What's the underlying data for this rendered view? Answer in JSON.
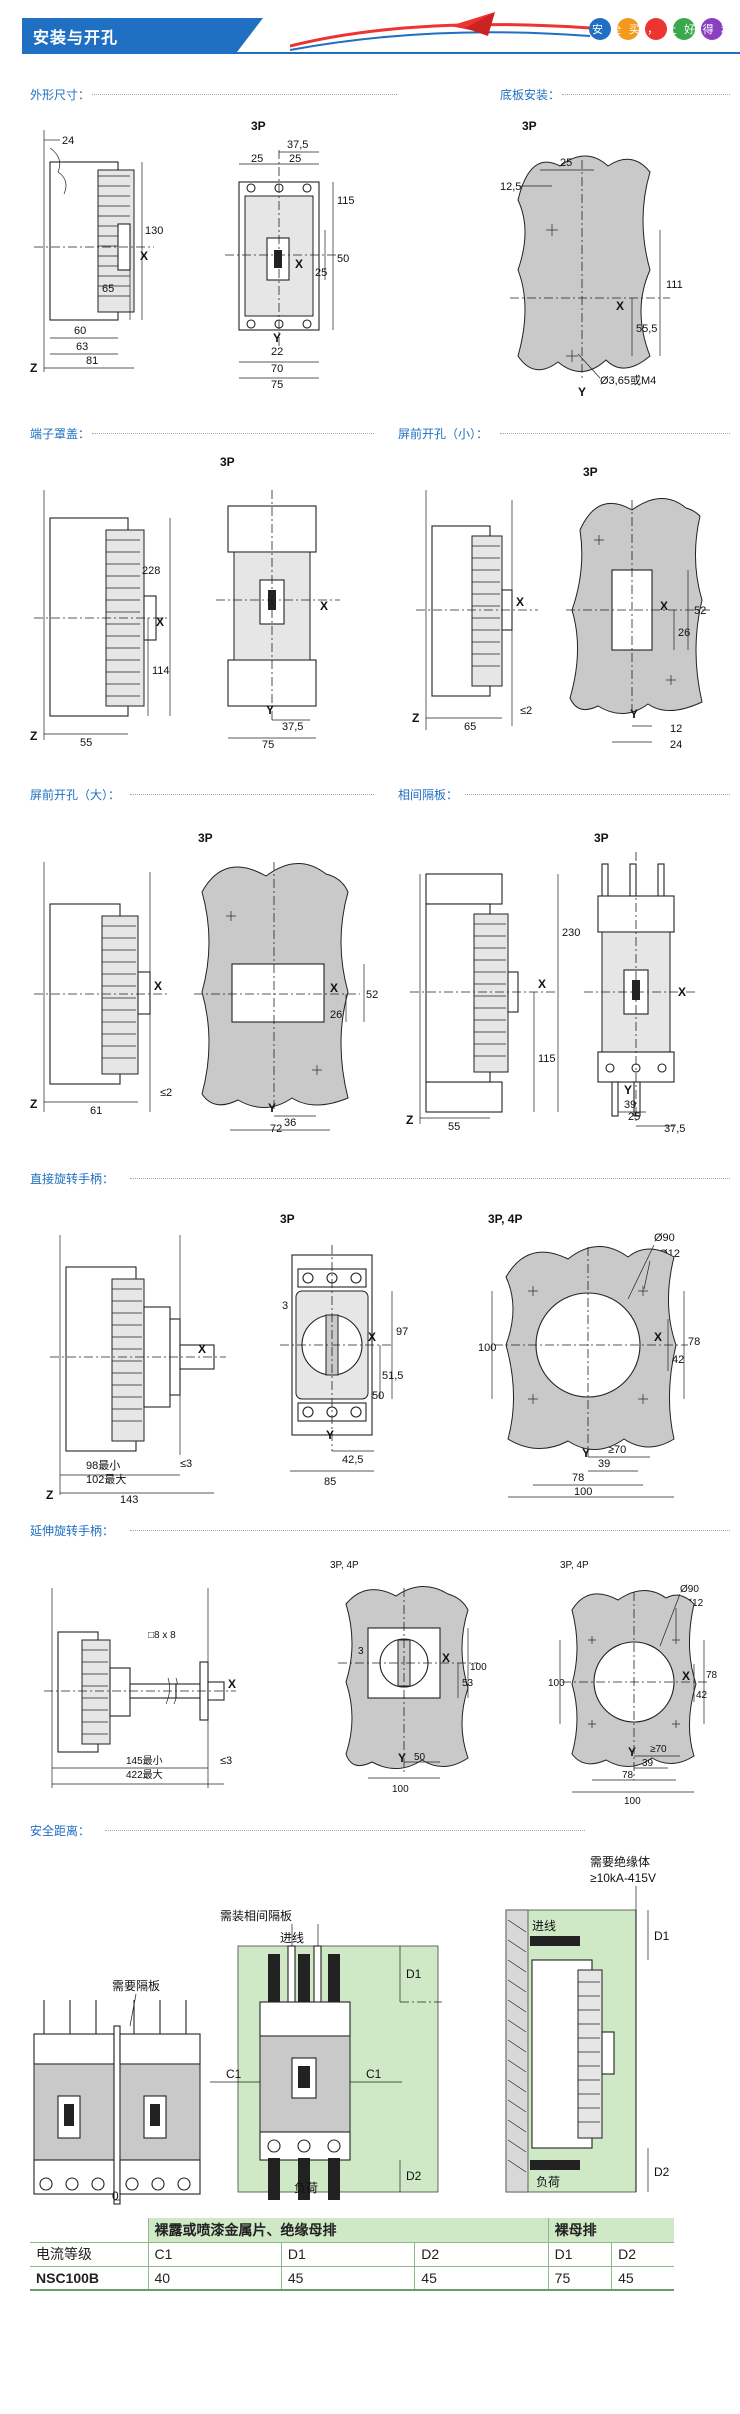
{
  "header": {
    "title": "安装与开孔",
    "slogan": "安全买，上好得利"
  },
  "sections": {
    "outline": "外形尺寸：",
    "base_mount": "底板安装：",
    "terminal_cover": "端子罩盖：",
    "panel_cut_small": "屏前开孔（小）：",
    "panel_cut_large": "屏前开孔（大）：",
    "phase_barrier": "相间隔板：",
    "direct_handle": "直接旋转手柄：",
    "extended_handle": "延伸旋转手柄：",
    "safety_distance": "安全距离："
  },
  "labels": {
    "p3": "3P",
    "p34": "3P, 4P",
    "axis_x": "X",
    "axis_y": "Y",
    "axis_z": "Z",
    "hole_m4": "Ø3,65或M4",
    "phi90": "Ø90",
    "four_phi12": "4 Ø12",
    "min98": "98最小",
    "max102": "102最大",
    "rod8x8": "□8 x 8",
    "min145": "145最小",
    "max422": "422最大",
    "need_barrier": "需要隔板",
    "need_phase_barrier": "需装相间隔板",
    "need_insulator": "需要绝缘体",
    "insulator_rating": "≥10kA-415V",
    "incoming": "进线",
    "load": "负荷",
    "c1": "C1",
    "d1": "D1",
    "d2": "D2",
    "zero": "0"
  },
  "dims": {
    "d24": "24",
    "d130": "130",
    "d65": "65",
    "d60": "60",
    "d63": "63",
    "d81": "81",
    "d37_5": "37,5",
    "d25": "25",
    "d115": "115",
    "d50": "50",
    "d22": "22",
    "d70": "70",
    "d75": "75",
    "d12_5": "12,5",
    "d111": "111",
    "d55_5": "55,5",
    "d228": "228",
    "d114": "114",
    "d55": "55",
    "le2": "≤2",
    "d52": "52",
    "d26": "26",
    "d12": "12",
    "d61": "61",
    "d36": "36",
    "d72": "72",
    "d230": "230",
    "d39": "39",
    "d143": "143",
    "le3": "≤3",
    "d97": "97",
    "d51_5": "51,5",
    "d42_5": "42,5",
    "d85": "85",
    "d3": "3",
    "d100": "100",
    "d78": "78",
    "d42": "42",
    "ge70": "≥70",
    "d53": "53"
  },
  "table": {
    "group_a": "裸露或喷漆金属片、绝缘母排",
    "group_b": "裸母排",
    "row_head": "电流等级",
    "cols": [
      "C1",
      "D1",
      "D2",
      "D1",
      "D2"
    ],
    "rows": [
      {
        "name": "NSC100B",
        "values": [
          "40",
          "45",
          "45",
          "75",
          "45"
        ]
      }
    ]
  },
  "colors": {
    "brand_blue": "#1f6fc2",
    "section_blue": "#1f6fc2",
    "table_green": "#cfe8c6",
    "drawing_gray": "#c9c9c9"
  }
}
